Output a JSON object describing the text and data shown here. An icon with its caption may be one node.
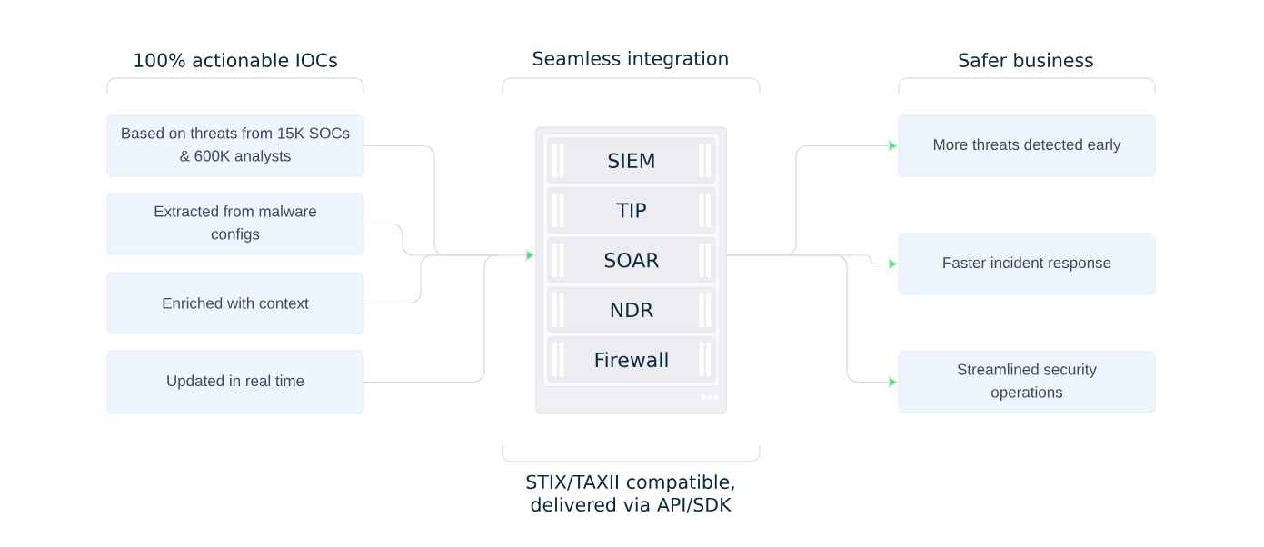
{
  "diagram": {
    "nodes": [
      {
        "text": [
          "Based on threats from 15K SOCs & 600K analysts"
        ]
      },
      {
        "text": [
          "Extracted from malware configs"
        ]
      },
      {
        "text": [
          "Enriched with context"
        ]
      },
      {
        "text": [
          "Updated in real time"
        ]
      },
      {
        "text": [],
        "shape": "box"
      },
      {
        "text": [
          "SIEM"
        ],
        "in": 4
      },
      {
        "text": [
          "TIP"
        ],
        "in": 4
      },
      {
        "text": [
          "SOAR"
        ],
        "in": 4
      },
      {
        "text": [
          "NDR"
        ],
        "in": 4
      },
      {
        "text": [
          "Firewall"
        ],
        "in": 4
      },
      {
        "text": [
          "More threats detected early"
        ]
      },
      {
        "text": [
          "Faster incident response"
        ]
      },
      {
        "text": [
          "Streamlined security operations"
        ]
      }
    ],
    "edges": [
      {
        "from": 0,
        "to": 4,
        "arrow": "to"
      },
      {
        "from": 1,
        "to": 4,
        "arrow": "to"
      },
      {
        "from": 2,
        "to": 4,
        "arrow": "to"
      },
      {
        "from": 3,
        "to": 4,
        "arrow": "to"
      },
      {
        "from": 4,
        "to": 10,
        "arrow": "to"
      },
      {
        "from": 4,
        "to": 11,
        "arrow": "to"
      },
      {
        "from": 4,
        "to": 12,
        "arrow": "to"
      }
    ],
    "labels": [
      "100% actionable IOCs",
      "Seamless integration",
      "Safer business",
      "STIX/TAXII compatible, delivered via API/SDK"
    ]
  }
}
